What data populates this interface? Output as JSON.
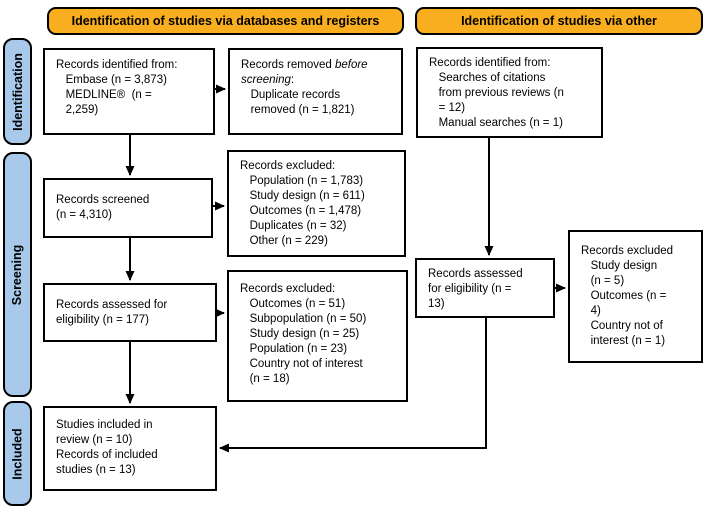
{
  "headers": {
    "databases": "Identification of studies via databases and registers",
    "other": "Identification of studies via other"
  },
  "stages": {
    "identification": "Identification",
    "screening": "Screening",
    "included": "Included"
  },
  "boxes": {
    "records_identified_db": {
      "lines": [
        "Records identified from:",
        "   Embase (n = 3,873)",
        "   MEDLINE®  (n =",
        "   2,259)"
      ]
    },
    "records_removed_before_screening": {
      "lines": [
        "Records removed *before*",
        "*screening*:",
        "   Duplicate records",
        "   removed (n = 1,821)"
      ]
    },
    "records_screened": {
      "lines": [
        "Records screened",
        "(n = 4,310)"
      ]
    },
    "records_excluded_screening": {
      "lines": [
        "Records excluded:",
        "   Population (n = 1,783)",
        "   Study design (n = 611)",
        "   Outcomes (n = 1,478)",
        "   Duplicates (n = 32)",
        "   Other (n = 229)"
      ]
    },
    "records_assessed_db": {
      "lines": [
        "Records assessed for",
        "eligibility (n = 177)"
      ]
    },
    "records_excluded_eligibility": {
      "lines": [
        "Records excluded:",
        "   Outcomes (n = 51)",
        "   Subpopulation (n = 50)",
        "   Study design (n = 25)",
        "   Population (n = 23)",
        "   Country not of interest",
        "   (n = 18)"
      ]
    },
    "studies_included": {
      "lines": [
        "Studies included in",
        "review (n = 10)",
        "Records of included",
        "studies (n = 13)"
      ]
    },
    "records_identified_other": {
      "lines": [
        "Records identified from:",
        "   Searches of citations",
        "   from previous reviews (n",
        "   = 12)",
        "   Manual searches (n = 1)"
      ]
    },
    "records_assessed_other": {
      "lines": [
        "Records assessed",
        "for eligibility (n =",
        "13)"
      ]
    },
    "records_excluded_other": {
      "lines": [
        "Records excluded",
        "   Study design",
        "   (n = 5)",
        "   Outcomes (n =",
        "   4)",
        "   Country not of",
        "   interest (n = 1)"
      ]
    }
  },
  "colors": {
    "header_bg": "#F8AE1E",
    "stage_bg": "#A9C9EA",
    "box_bg": "#FFFFFF",
    "border": "#000000"
  }
}
